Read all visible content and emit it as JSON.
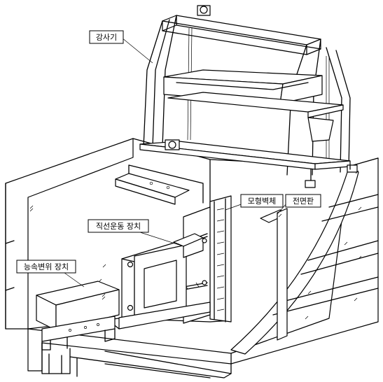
{
  "labels": {
    "loader": "강사기",
    "model_wall": "모형벽체",
    "front_plate": "전면판",
    "linear_motion": "직선운동 장치",
    "displacement": "능속변위 장치"
  }
}
